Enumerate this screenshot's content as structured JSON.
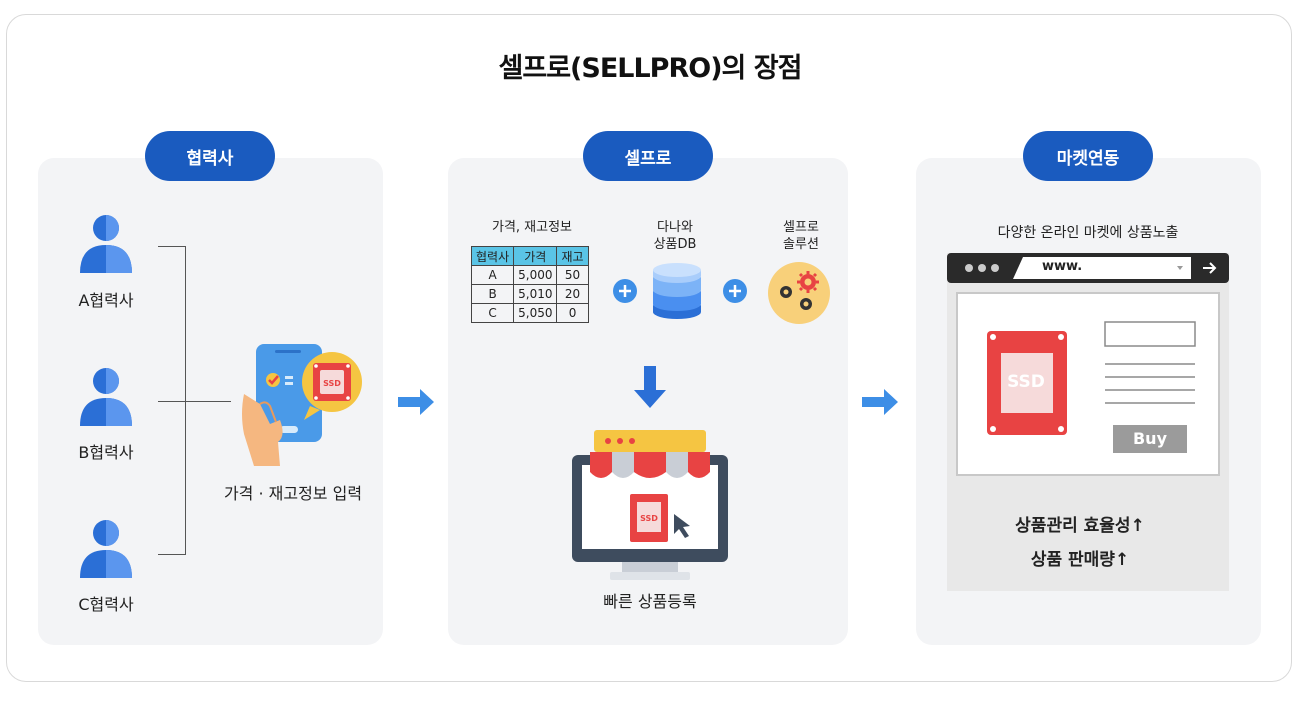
{
  "title": "셀프로(SELLPRO)의 장점",
  "panels": {
    "partner": {
      "header": "협력사",
      "users": [
        "A협력사",
        "B협력사",
        "C협력사"
      ],
      "input_label": "가격 · 재고정보 입력"
    },
    "sellpro": {
      "header": "셀프로",
      "table_title": "가격, 재고정보",
      "table": {
        "headers": [
          "협력사",
          "가격",
          "재고"
        ],
        "rows": [
          [
            "A",
            "5,000",
            "50"
          ],
          [
            "B",
            "5,010",
            "20"
          ],
          [
            "C",
            "5,050",
            "0"
          ]
        ]
      },
      "db_label_1": "다나와",
      "db_label_2": "상품DB",
      "solution_label_1": "셀프로",
      "solution_label_2": "솔루션",
      "result_label": "빠른 상품등록"
    },
    "market": {
      "header": "마켓연동",
      "caption": "다양한 온라인 마켓에 상품노출",
      "url_text": "www.",
      "buy_label": "Buy",
      "benefit_1": "상품관리 효율성",
      "benefit_2": "상품 판매량"
    }
  },
  "chip_label": "SSD",
  "colors": {
    "brand_blue": "#1a5bbf",
    "arrow_blue": "#3d8ee6",
    "person_blue": "#2b6fd6",
    "ssd_red": "#e84343",
    "panel_bg": "#f3f4f6",
    "table_header": "#5ac4e6"
  },
  "icons": [
    "person-icon",
    "phone-icon",
    "ssd-chip-icon",
    "database-icon",
    "gear-icon",
    "plus-icon",
    "arrow-right-icon",
    "arrow-down-icon",
    "store-icon",
    "monitor-icon",
    "cursor-icon",
    "browser-icon"
  ]
}
